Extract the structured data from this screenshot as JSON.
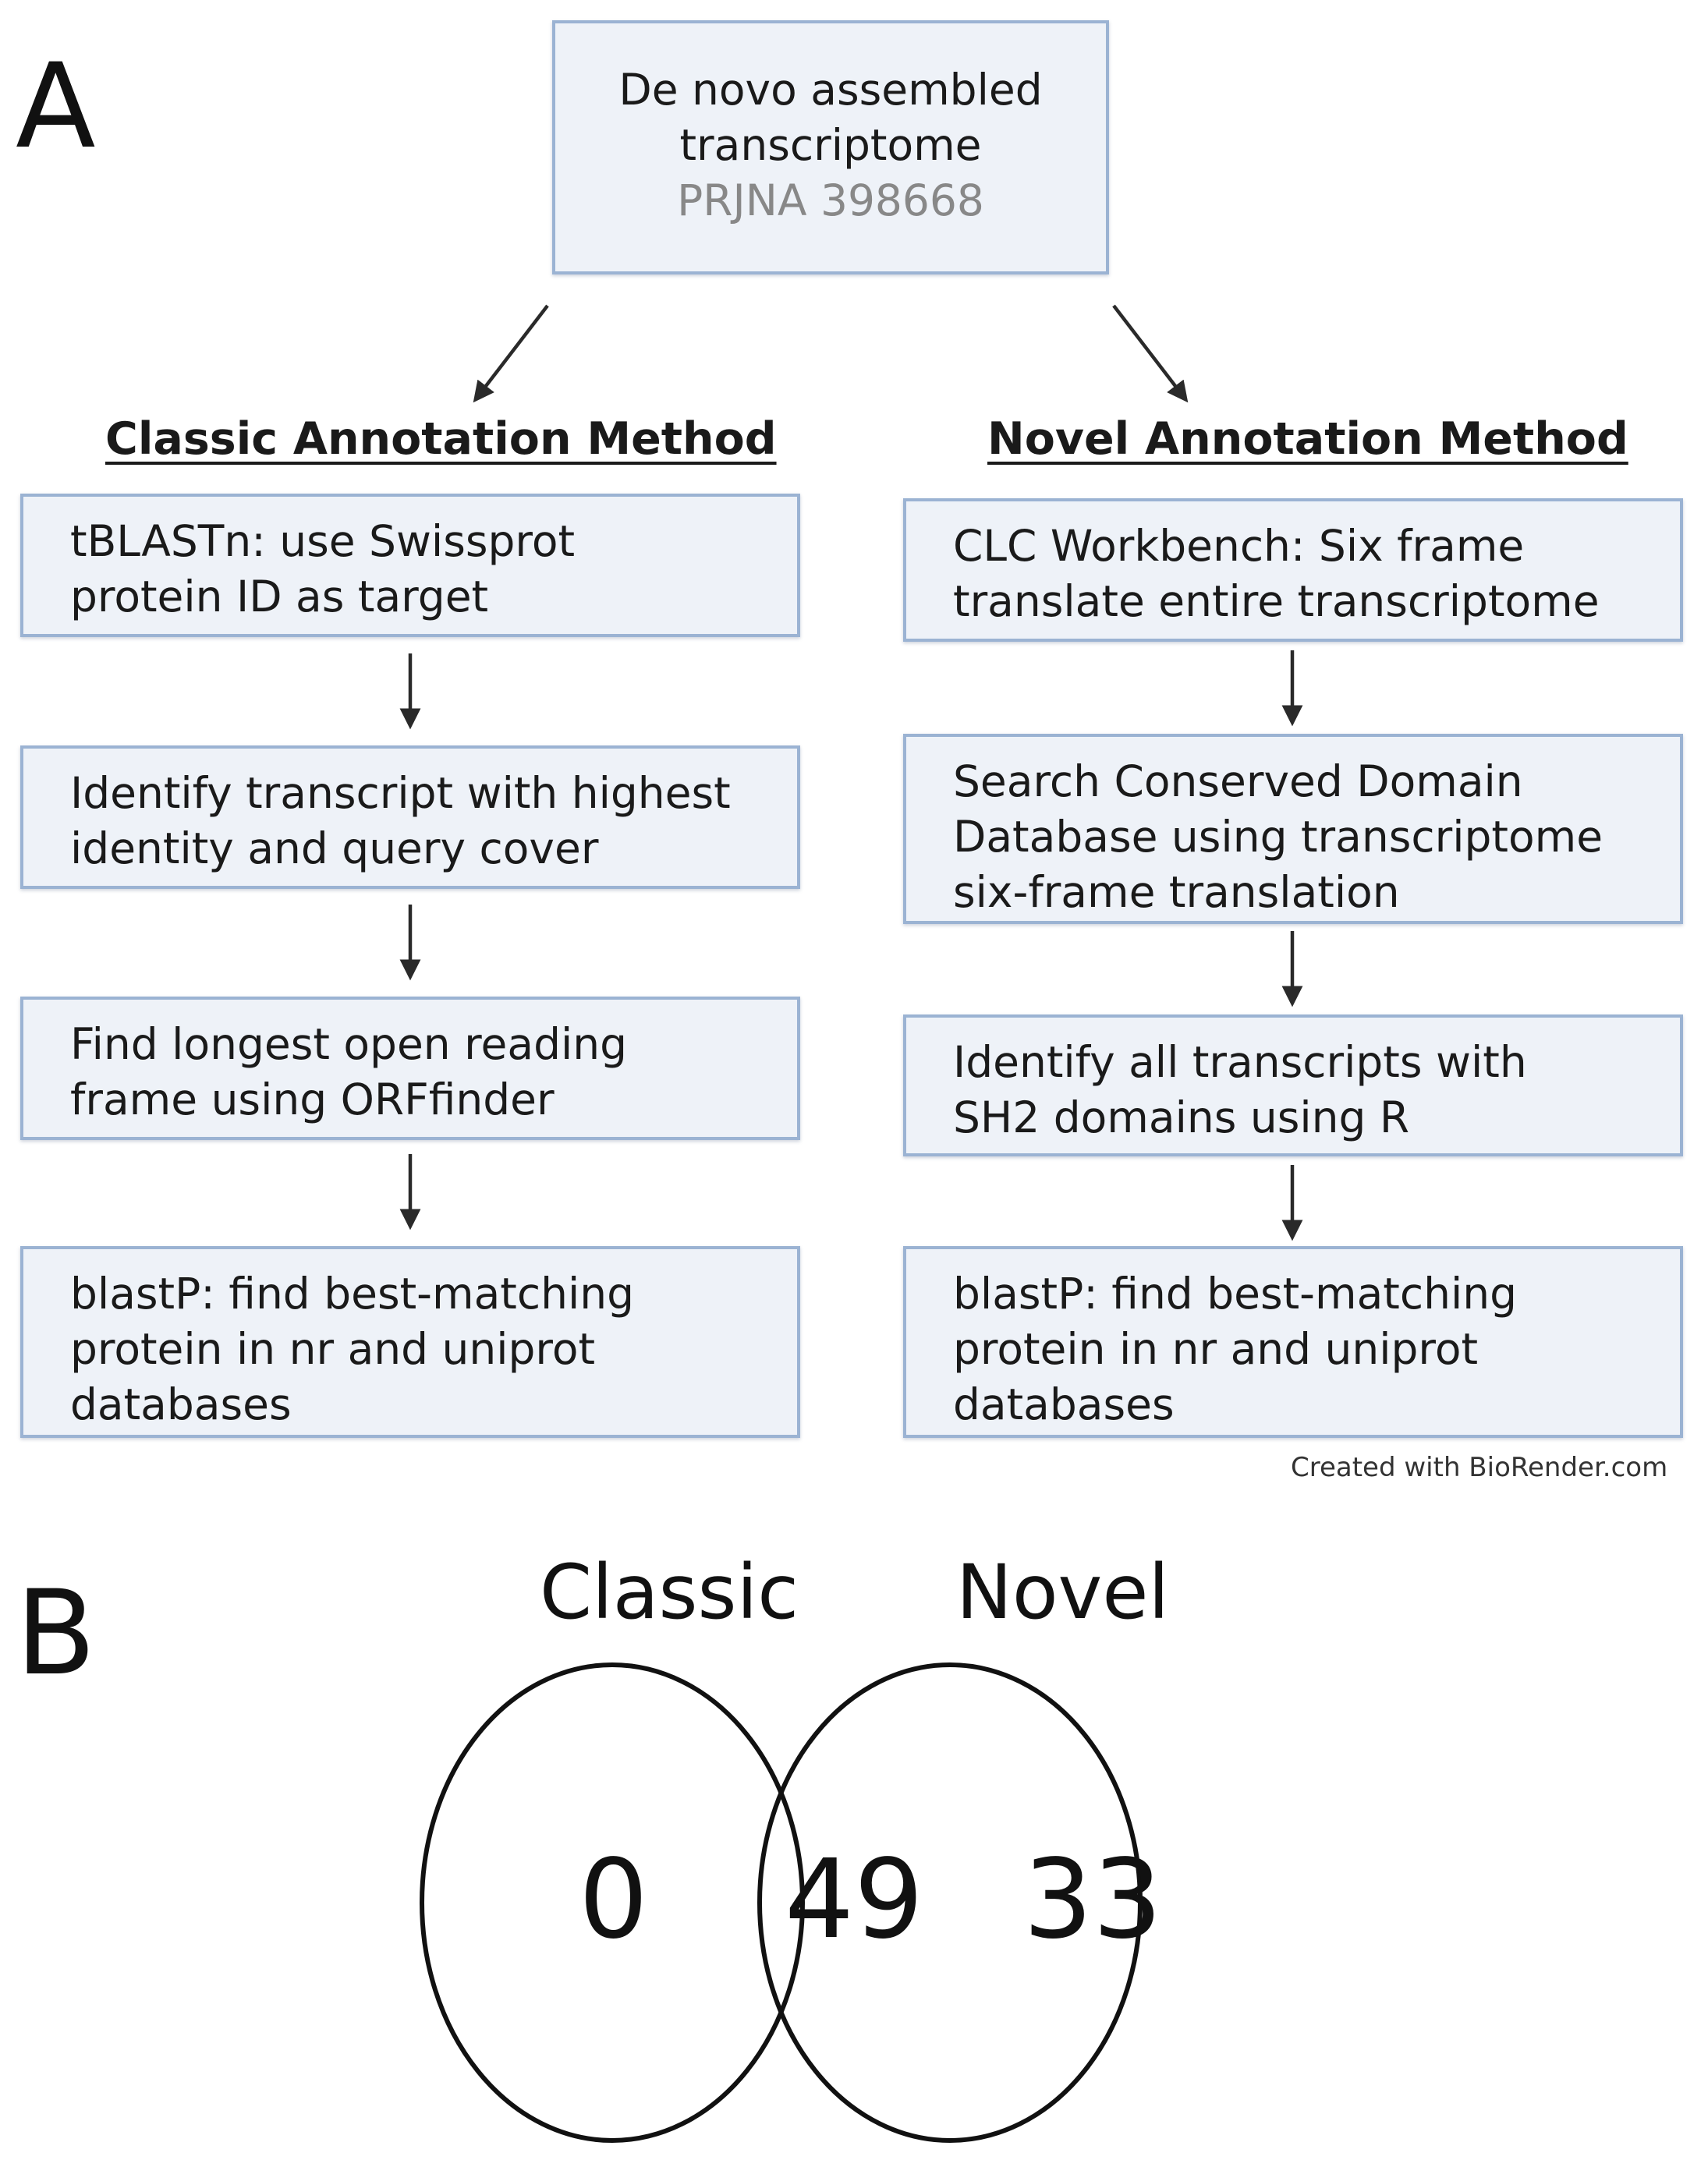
{
  "panel_a": {
    "letter": "A",
    "source_box": {
      "line1": "De novo assembled",
      "line2": "transcriptome",
      "accession": "PRJNA 398668"
    },
    "classic": {
      "heading": "Classic Annotation Method",
      "steps": [
        "tBLASTn: use Swissprot protein ID as target",
        "Identify transcript with highest identity and query cover",
        "Find longest open reading frame using ORFfinder",
        "blastP: find best-matching protein in nr and uniprot databases"
      ]
    },
    "novel": {
      "heading": "Novel Annotation Method",
      "steps": [
        "CLC Workbench: Six frame translate entire transcriptome",
        "Search Conserved Domain Database using transcriptome six-frame translation",
        "Identify all transcripts with SH2 domains using R",
        "blastP: find best-matching protein in nr and uniprot databases"
      ]
    },
    "credit": "Created with BioRender.com"
  },
  "panel_b": {
    "letter": "B",
    "venn": {
      "left_label": "Classic",
      "right_label": "Novel",
      "left_only": "0",
      "overlap": "49",
      "right_only": "33"
    }
  }
}
